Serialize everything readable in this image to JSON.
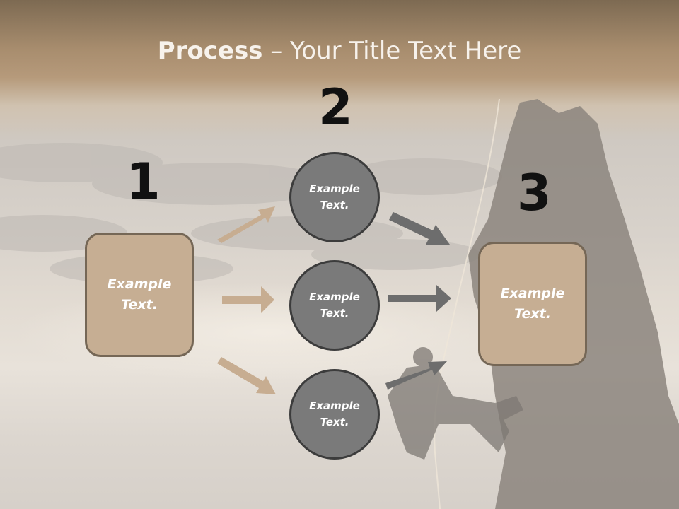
{
  "title": {
    "bold": "Process",
    "rest": " – Your Title Text Here"
  },
  "steps": {
    "one": "1",
    "two": "2",
    "three": "3"
  },
  "left_box": {
    "line1": "Example",
    "line2": "Text."
  },
  "right_box": {
    "line1": "Example",
    "line2": "Text."
  },
  "circles": [
    {
      "line1": "Example",
      "line2": "Text."
    },
    {
      "line1": "Example",
      "line2": "Text."
    },
    {
      "line1": "Example",
      "line2": "Text."
    }
  ],
  "colors": {
    "box_fill": "#c6ae93",
    "box_border": "#756756",
    "circle_fill": "#7a7a7a",
    "left_arrows": "#c7ad91",
    "right_arrows": "#6d6d6d",
    "title_band": "#a88d6e"
  }
}
